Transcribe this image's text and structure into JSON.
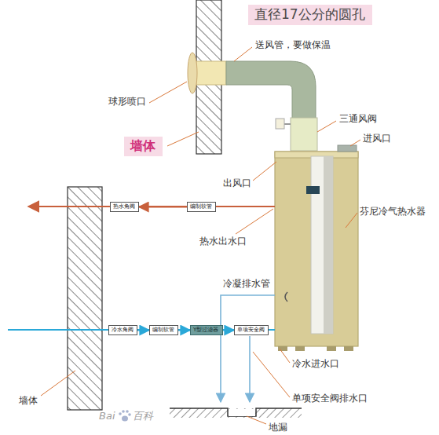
{
  "diagram": {
    "nodes": [
      {
        "text": [
          "直径17公分的圆孔"
        ]
      },
      {
        "text": [
          "墙体"
        ]
      },
      {
        "text": [
          "热水角阀"
        ]
      },
      {
        "text": [
          "编制软管"
        ]
      },
      {
        "text": [
          "冷水角阀"
        ]
      },
      {
        "text": [
          "编制软管"
        ]
      },
      {
        "text": [
          "Y型过滤器"
        ]
      },
      {
        "text": [
          "单项安全阀"
        ]
      }
    ],
    "edges": [
      {
        "from": 3,
        "to": 2,
        "arrow": "to"
      },
      {
        "from": 4,
        "to": 5,
        "arrow": "to"
      },
      {
        "from": 5,
        "to": 6,
        "arrow": "to"
      },
      {
        "from": 6,
        "to": 7,
        "arrow": "to"
      }
    ],
    "labels": [
      "送风管，要做保温",
      "球形喷口",
      "三通风阀",
      "进风口",
      "出风口",
      "芬尼冷气热水器",
      "热水出水口",
      "冷凝排水管",
      "冷水进水口",
      "单项安全阀排水口",
      "墙体",
      "地漏",
      "Bai",
      "百科"
    ]
  }
}
